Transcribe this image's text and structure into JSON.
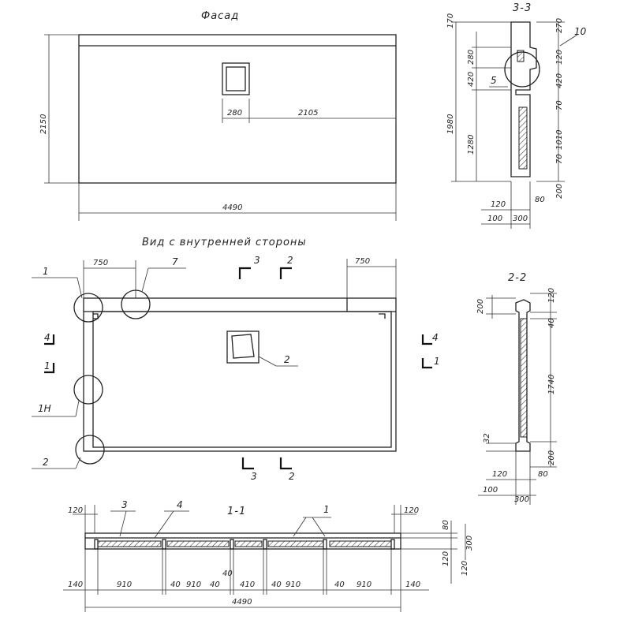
{
  "views": {
    "facade": {
      "title": "Фасад",
      "height_dim": "2150",
      "total_width_dim": "4490",
      "window_width_dim": "280",
      "window_offset_dim": "2105"
    },
    "inside": {
      "title": "Вид с внутренней стороны",
      "left_dim": "750",
      "right_dim": "750",
      "callouts": [
        "1",
        "7",
        "2",
        "1Н",
        "2"
      ],
      "section_marks": [
        "3",
        "2",
        "4",
        "1",
        "4",
        "1",
        "3",
        "2"
      ]
    },
    "section_3_3": {
      "title": "3-3",
      "dims_left": [
        "170",
        "280",
        "420",
        "1980",
        "1280"
      ],
      "dims_right": [
        "270",
        "120",
        "420",
        "70",
        "1010",
        "70",
        "200",
        "80"
      ],
      "dims_bottom": [
        "120",
        "100",
        "300"
      ],
      "callouts": [
        "5",
        "10"
      ]
    },
    "section_2_2": {
      "title": "2-2",
      "dims_left": [
        "200",
        "32"
      ],
      "dims_right": [
        "120",
        "40",
        "1740",
        "200"
      ],
      "dims_bottom": [
        "120",
        "80",
        "100",
        "300"
      ]
    },
    "section_1_1": {
      "title": "1-1",
      "callouts": [
        "3",
        "4",
        "1"
      ],
      "dims_top": [
        "120",
        "120"
      ],
      "dims_right": [
        "80",
        "300",
        "120",
        "120"
      ],
      "dims_bottom": [
        "140",
        "910",
        "40",
        "910",
        "40",
        "410",
        "40",
        "910",
        "40",
        "910",
        "140"
      ],
      "mid_dim": "40",
      "total_width_dim": "4490"
    }
  }
}
